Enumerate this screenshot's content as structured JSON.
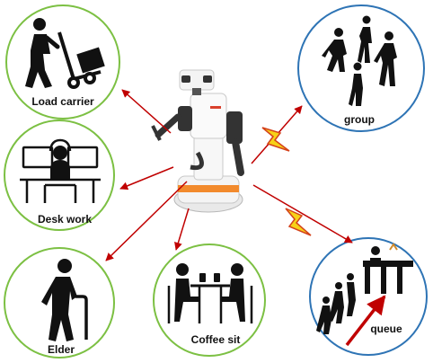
{
  "nodes": {
    "load_carrier": {
      "label": "Load carrier",
      "icon": "worker-with-hand-truck-icon",
      "ring_color": "#7cc043"
    },
    "desk_work": {
      "label": "Desk work",
      "icon": "desk-worker-with-headset-icon",
      "ring_color": "#7cc043"
    },
    "elder": {
      "label": "Elder",
      "icon": "elderly-person-with-cane-icon",
      "ring_color": "#7cc043"
    },
    "coffee_sit": {
      "label": "Coffee sit",
      "icon": "two-people-at-cafe-table-icon",
      "ring_color": "#7cc043"
    },
    "group": {
      "label": "group",
      "icon": "walking-crowd-icon",
      "ring_color": "#2e74b5"
    },
    "queue": {
      "label": "queue",
      "icon": "people-queuing-at-counter-icon",
      "ring_color": "#2e74b5"
    }
  },
  "center": {
    "icon": "service-robot-icon"
  },
  "colors": {
    "arrow": "#c00000",
    "lightning_fill": "#f7d117",
    "lightning_stroke": "#d4421b",
    "queue_arrow": "#c00000"
  }
}
